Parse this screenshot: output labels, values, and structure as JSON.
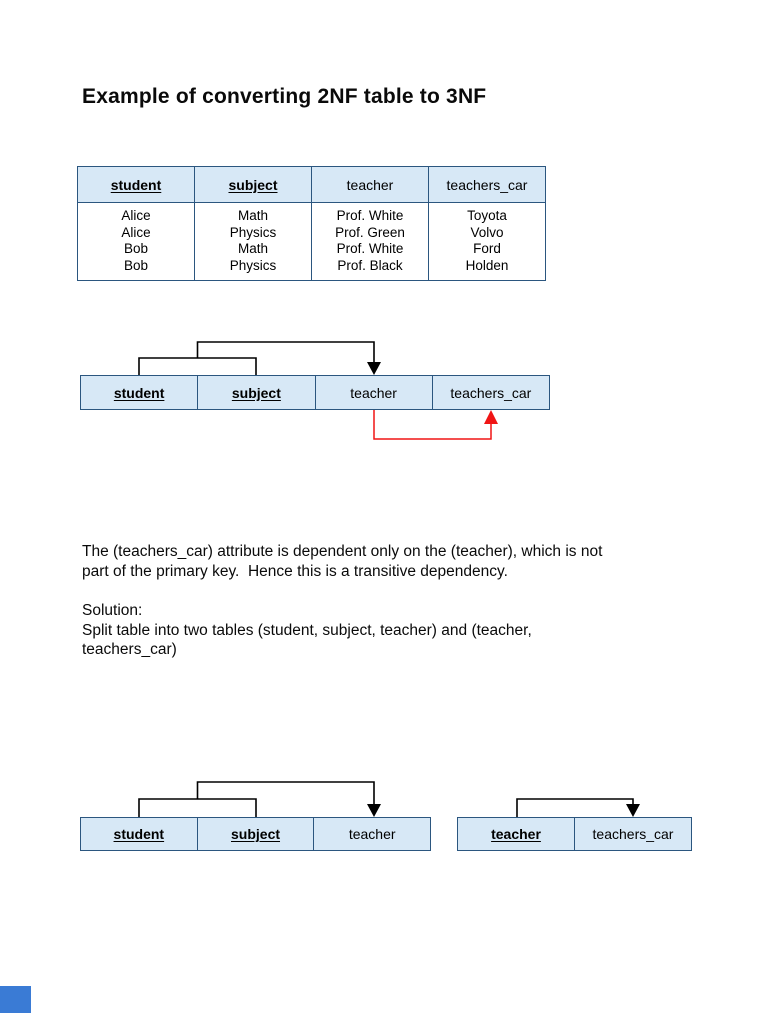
{
  "page": {
    "title": "Example of converting 2NF table to 3NF"
  },
  "colors": {
    "cell_fill": "#d7e8f6",
    "table_border": "#2b567f",
    "dependency_arrow": "#000000",
    "transitive_dependency_arrow": "#f01515",
    "next_page_corner": "#3a7bd5"
  },
  "table_2nf": {
    "headers": [
      {
        "label": "student",
        "primary_key": true
      },
      {
        "label": "subject",
        "primary_key": true
      },
      {
        "label": "teacher",
        "primary_key": false
      },
      {
        "label": "teachers_car",
        "primary_key": false
      }
    ],
    "rows": [
      [
        "Alice",
        "Math",
        "Prof. White",
        "Toyota"
      ],
      [
        "Alice",
        "Physics",
        "Prof. Green",
        "Volvo"
      ],
      [
        "Bob",
        "Math",
        "Prof. White",
        "Ford"
      ],
      [
        "Bob",
        "Physics",
        "Prof. Black",
        "Holden"
      ]
    ]
  },
  "dependency_diagram": {
    "cells": [
      {
        "label": "student",
        "primary_key": true
      },
      {
        "label": "subject",
        "primary_key": true
      },
      {
        "label": "teacher",
        "primary_key": false
      },
      {
        "label": "teachers_car",
        "primary_key": false
      }
    ]
  },
  "explanation": "The (teachers_car) attribute is dependent only on the (teacher), which is not\npart of the primary key.  Hence this is a transitive dependency.",
  "solution": "Solution:\nSplit table into two tables (student, subject, teacher) and (teacher,\nteachers_car)",
  "result_table_student_subject_teacher": {
    "cells": [
      {
        "label": "student",
        "primary_key": true
      },
      {
        "label": "subject",
        "primary_key": true
      },
      {
        "label": "teacher",
        "primary_key": false
      }
    ]
  },
  "result_table_teacher_car": {
    "cells": [
      {
        "label": "teacher",
        "primary_key": true
      },
      {
        "label": "teachers_car",
        "primary_key": false
      }
    ]
  }
}
